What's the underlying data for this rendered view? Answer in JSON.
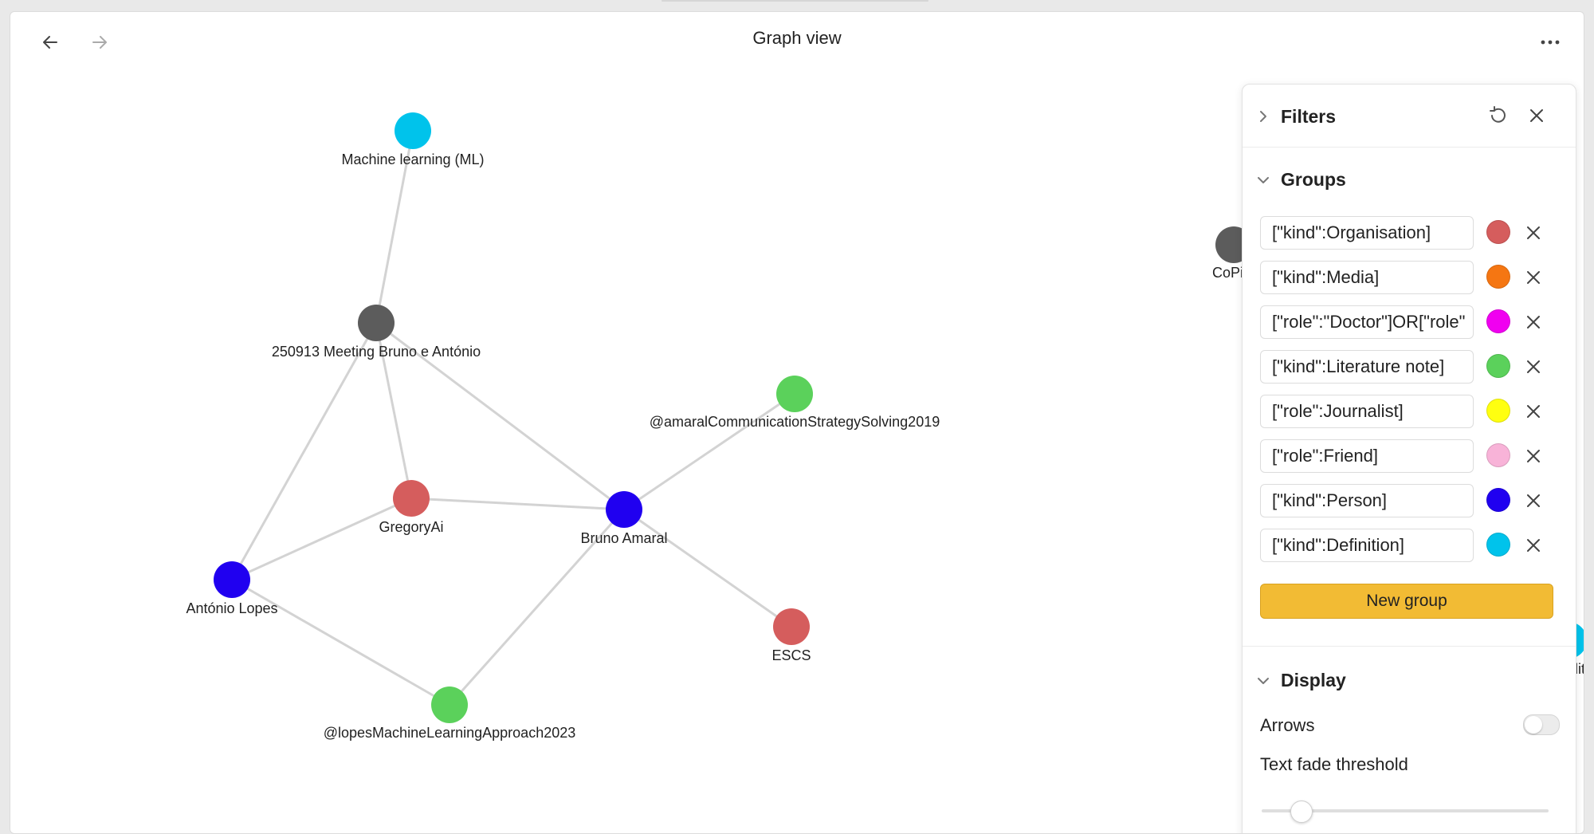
{
  "header": {
    "title": "Graph view",
    "back_icon": "arrow-left-icon",
    "forward_icon": "arrow-right-icon",
    "more_icon": "more-horizontal-icon"
  },
  "graph": {
    "nodes": [
      {
        "id": "ml",
        "label": "Machine learning (ML)",
        "color": "#00c3eb"
      },
      {
        "id": "meeting",
        "label": "250913 Meeting Bruno e António",
        "color": "#5c5c5c"
      },
      {
        "id": "amaral2019",
        "label": "@amaralCommunicationStrategySolving2019",
        "color": "#5bd15b"
      },
      {
        "id": "gregory",
        "label": "GregoryAi",
        "color": "#d55d5d"
      },
      {
        "id": "bruno",
        "label": "Bruno Amaral",
        "color": "#2000f0"
      },
      {
        "id": "antonio",
        "label": "António Lopes",
        "color": "#2000f0"
      },
      {
        "id": "escs",
        "label": "ESCS",
        "color": "#d55d5d"
      },
      {
        "id": "lopes2023",
        "label": "@lopesMachineLearningApproach2023",
        "color": "#5bd15b"
      },
      {
        "id": "copi",
        "label": "CoPi",
        "color": "#5c5c5c"
      },
      {
        "id": "quali",
        "label": "alit",
        "color": "#00c3eb"
      }
    ],
    "edges": [
      [
        "ml",
        "meeting"
      ],
      [
        "meeting",
        "gregory"
      ],
      [
        "meeting",
        "bruno"
      ],
      [
        "meeting",
        "antonio"
      ],
      [
        "gregory",
        "bruno"
      ],
      [
        "gregory",
        "antonio"
      ],
      [
        "bruno",
        "amaral2019"
      ],
      [
        "bruno",
        "escs"
      ],
      [
        "bruno",
        "lopes2023"
      ],
      [
        "antonio",
        "lopes2023"
      ]
    ]
  },
  "filters": {
    "title": "Filters",
    "reset_icon": "reset-icon",
    "close_icon": "close-icon",
    "groups_title": "Groups",
    "groups": [
      {
        "query": "[\"kind\":Organisation]",
        "color": "#d55d5d"
      },
      {
        "query": "[\"kind\":Media]",
        "color": "#f57612"
      },
      {
        "query": "[\"role\":\"Doctor\"]OR[\"role\"",
        "color": "#f000f0"
      },
      {
        "query": "[\"kind\":Literature note]",
        "color": "#5bd15b"
      },
      {
        "query": "[\"role\":Journalist]",
        "color": "#ffff10"
      },
      {
        "query": "[\"role\":Friend]",
        "color": "#f8b3d8"
      },
      {
        "query": "[\"kind\":Person]",
        "color": "#2000f0"
      },
      {
        "query": "[\"kind\":Definition]",
        "color": "#00c3eb"
      }
    ],
    "new_group_label": "New group",
    "display_title": "Display",
    "arrows_label": "Arrows",
    "arrows_enabled": false,
    "text_fade_label": "Text fade threshold",
    "text_fade_value": 0.1
  }
}
